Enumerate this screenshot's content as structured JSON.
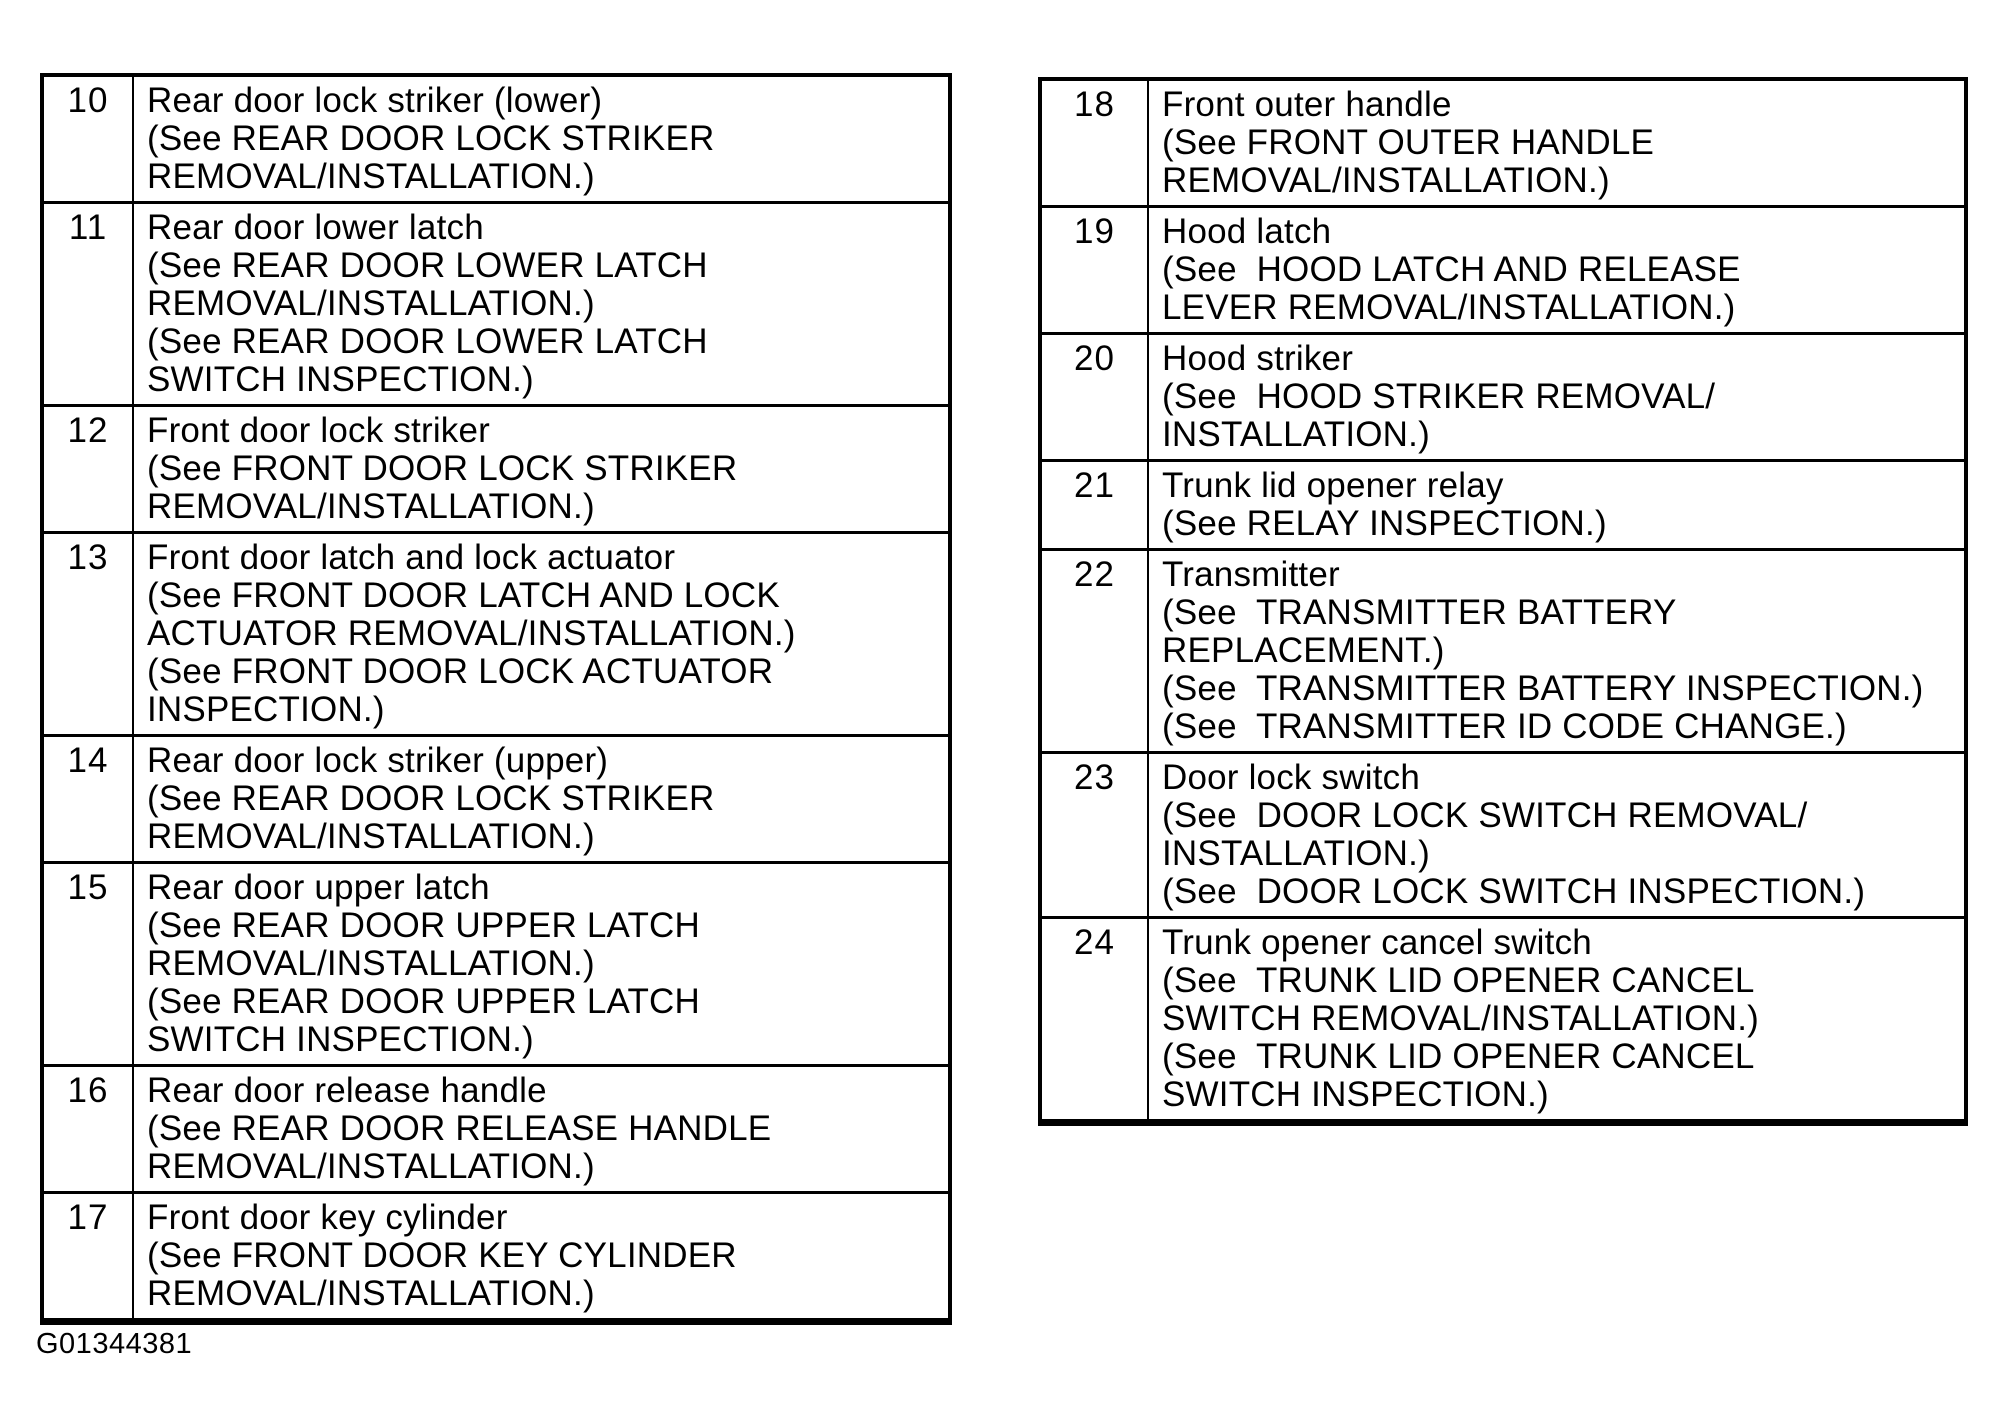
{
  "page": {
    "background_color": "#ffffff",
    "ink_color": "#000000",
    "figure_id": "G01344381"
  },
  "tables": [
    {
      "name": "left-table-items-10-17",
      "rows": [
        {
          "num": "10",
          "text": "Rear door lock striker (lower)\n(See REAR DOOR LOCK STRIKER\nREMOVAL/INSTALLATION.)"
        },
        {
          "num": "11",
          "text": "Rear door lower latch\n(See REAR DOOR LOWER LATCH\nREMOVAL/INSTALLATION.)\n(See REAR DOOR LOWER LATCH\nSWITCH INSPECTION.)"
        },
        {
          "num": "12",
          "text": "Front door lock striker\n(See FRONT DOOR LOCK STRIKER\nREMOVAL/INSTALLATION.)"
        },
        {
          "num": "13",
          "text": "Front door latch and lock actuator\n(See FRONT DOOR LATCH AND LOCK\nACTUATOR REMOVAL/INSTALLATION.)\n(See FRONT DOOR LOCK ACTUATOR\nINSPECTION.)"
        },
        {
          "num": "14",
          "text": "Rear door lock striker (upper)\n(See REAR DOOR LOCK STRIKER\nREMOVAL/INSTALLATION.)"
        },
        {
          "num": "15",
          "text": "Rear door upper latch\n(See REAR DOOR UPPER LATCH\nREMOVAL/INSTALLATION.)\n(See REAR DOOR UPPER LATCH\nSWITCH INSPECTION.)"
        },
        {
          "num": "16",
          "text": "Rear door release handle\n(See REAR DOOR RELEASE HANDLE\nREMOVAL/INSTALLATION.)"
        },
        {
          "num": "17",
          "text": "Front door key cylinder\n(See FRONT DOOR KEY CYLINDER\nREMOVAL/INSTALLATION.)"
        }
      ]
    },
    {
      "name": "right-table-items-18-24",
      "rows": [
        {
          "num": "18",
          "text": "Front outer handle\n(See FRONT OUTER HANDLE\nREMOVAL/INSTALLATION.)"
        },
        {
          "num": "19",
          "text": "Hood latch\n(See  HOOD LATCH AND RELEASE\nLEVER REMOVAL/INSTALLATION.)"
        },
        {
          "num": "20",
          "text": "Hood striker\n(See  HOOD STRIKER REMOVAL/\nINSTALLATION.)"
        },
        {
          "num": "21",
          "text": "Trunk lid opener relay\n(See RELAY INSPECTION.)"
        },
        {
          "num": "22",
          "text": "Transmitter\n(See  TRANSMITTER BATTERY REPLACEMENT.)\n(See  TRANSMITTER BATTERY INSPECTION.)\n(See  TRANSMITTER ID CODE CHANGE.)"
        },
        {
          "num": "23",
          "text": "Door lock switch\n(See  DOOR LOCK SWITCH REMOVAL/\nINSTALLATION.)\n(See  DOOR LOCK SWITCH INSPECTION.)"
        },
        {
          "num": "24",
          "text": "Trunk opener cancel switch\n(See  TRUNK LID OPENER CANCEL\nSWITCH REMOVAL/INSTALLATION.)\n(See  TRUNK LID OPENER CANCEL\nSWITCH INSPECTION.)"
        }
      ]
    }
  ]
}
